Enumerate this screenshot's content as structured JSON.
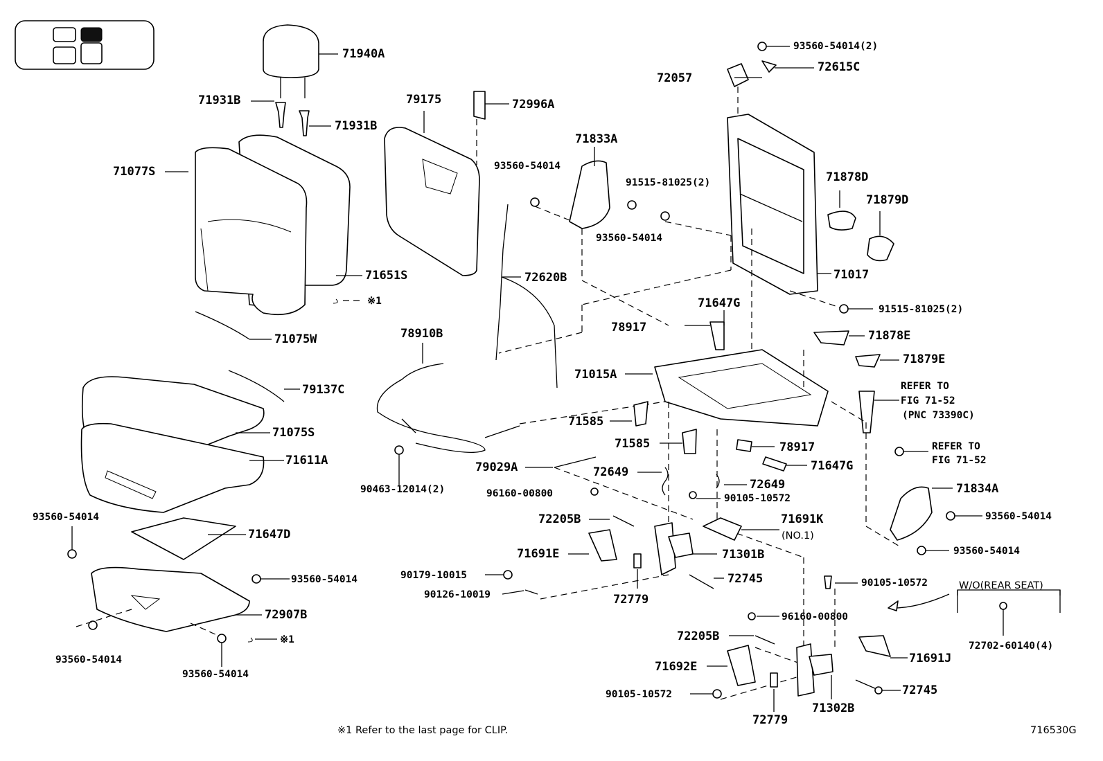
{
  "diagram_id": "716530G",
  "footnote": "※1 Refer to the last page for CLIP.",
  "clip_mark": "※1",
  "labels": {
    "p71940A": "71940A",
    "p71931B_1": "71931B",
    "p71931B_2": "71931B",
    "p71077S": "71077S",
    "p71651S": "71651S",
    "p71075W": "71075W",
    "p79175": "79175",
    "p72996A": "72996A",
    "p71833A": "71833A",
    "p93560_a": "93560-54014",
    "p93560_b": "93560-54014",
    "p91515_a": "91515-81025(2)",
    "p72620B": "72620B",
    "p72057": "72057",
    "p93560_top": "93560-54014(2)",
    "p72615C": "72615C",
    "p71878D": "71878D",
    "p71879D": "71879D",
    "p71017": "71017",
    "p91515_b": "91515-81025(2)",
    "p71647G_a": "71647G",
    "p78917_a": "78917",
    "p71878E": "71878E",
    "p71879E": "71879E",
    "p71015A": "71015A",
    "refer1_l1": "REFER TO",
    "refer1_l2": "FIG 71-52",
    "refer1_l3": "(PNC 73390C)",
    "refer2_l1": "REFER TO",
    "refer2_l2": "FIG 71-52",
    "p78910B": "78910B",
    "p79137C": "79137C",
    "p71075S": "71075S",
    "p71611A": "71611A",
    "p71585_a": "71585",
    "p71585_b": "71585",
    "p78917_b": "78917",
    "p71647G_b": "71647G",
    "p79029A": "79029A",
    "p72649_a": "72649",
    "p72649_b": "72649",
    "p96160_a": "96160-00800",
    "p90105_a": "90105-10572",
    "p90463": "90463-12014(2)",
    "p71834A": "71834A",
    "p93560_c": "93560-54014",
    "p93560_d": "93560-54014",
    "p93560_e": "93560-54014",
    "p71647D": "71647D",
    "p72205B_a": "72205B",
    "p71691K": "71691K",
    "p71691K_sub": "(NO.1)",
    "p71691E": "71691E",
    "p71301B": "71301B",
    "p93560_f": "93560-54014",
    "p90179": "90179-10015",
    "p72745_a": "72745",
    "p90126": "90126-10019",
    "p72779_a": "72779",
    "p90105_b": "90105-10572",
    "wo_rear_seat": "W/O(REAR SEAT)",
    "p72907B": "72907B",
    "p96160_b": "96160-00800",
    "p93560_g": "93560-54014",
    "p93560_h": "93560-54014",
    "p72205B_b": "72205B",
    "p71691J": "71691J",
    "p72702": "72702-60140(4)",
    "p71692E": "71692E",
    "p72745_b": "72745",
    "p90105_c": "90105-10572",
    "p71302B": "71302B",
    "p72779_b": "72779"
  }
}
